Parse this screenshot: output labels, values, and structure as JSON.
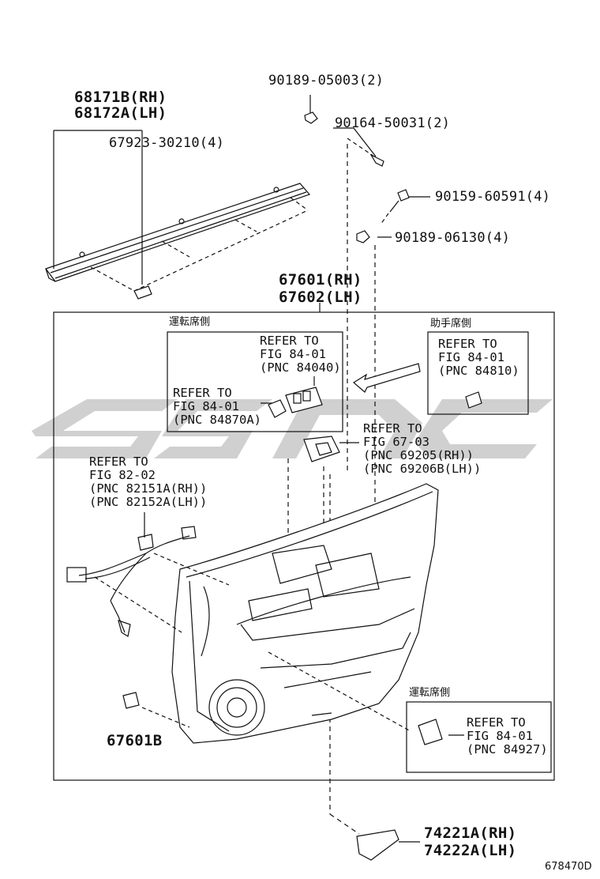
{
  "diagram_id": "678470D",
  "watermark": "sgnc",
  "parts": {
    "weatherstrip_rh": "68171B(RH)",
    "weatherstrip_lh": "68172A(LH)",
    "clip_67923": "67923-30210(4)",
    "nut_90189_05003": "90189-05003(2)",
    "screw_90164_50031": "90164-50031(2)",
    "screw_90159_60591": "90159-60591(4)",
    "clip_90189_06130": "90189-06130(4)",
    "panel_rh": "67601(RH)",
    "panel_lh": "67602(LH)",
    "clip_67601b": "67601B",
    "cover_rh": "74221A(RH)",
    "cover_lh": "74222A(LH)"
  },
  "callouts": {
    "driver_side_top": "運転席側",
    "passenger_side": "助手席側",
    "driver_side_bottom": "運転席側",
    "ref_84040": "REFER TO\nFIG 84-01\n(PNC 84040)",
    "ref_84870a": "REFER TO\nFIG 84-01\n(PNC 84870A)",
    "ref_84810": "REFER TO\nFIG 84-01\n(PNC 84810)",
    "ref_69205": "REFER TO\nFIG 67-03\n(PNC 69205(RH))\n(PNC 69206B(LH))",
    "ref_82151": "REFER TO\nFIG 82-02\n(PNC 82151A(RH))\n(PNC 82152A(LH))",
    "ref_84927": "REFER TO\nFIG 84-01\n(PNC 84927)"
  }
}
